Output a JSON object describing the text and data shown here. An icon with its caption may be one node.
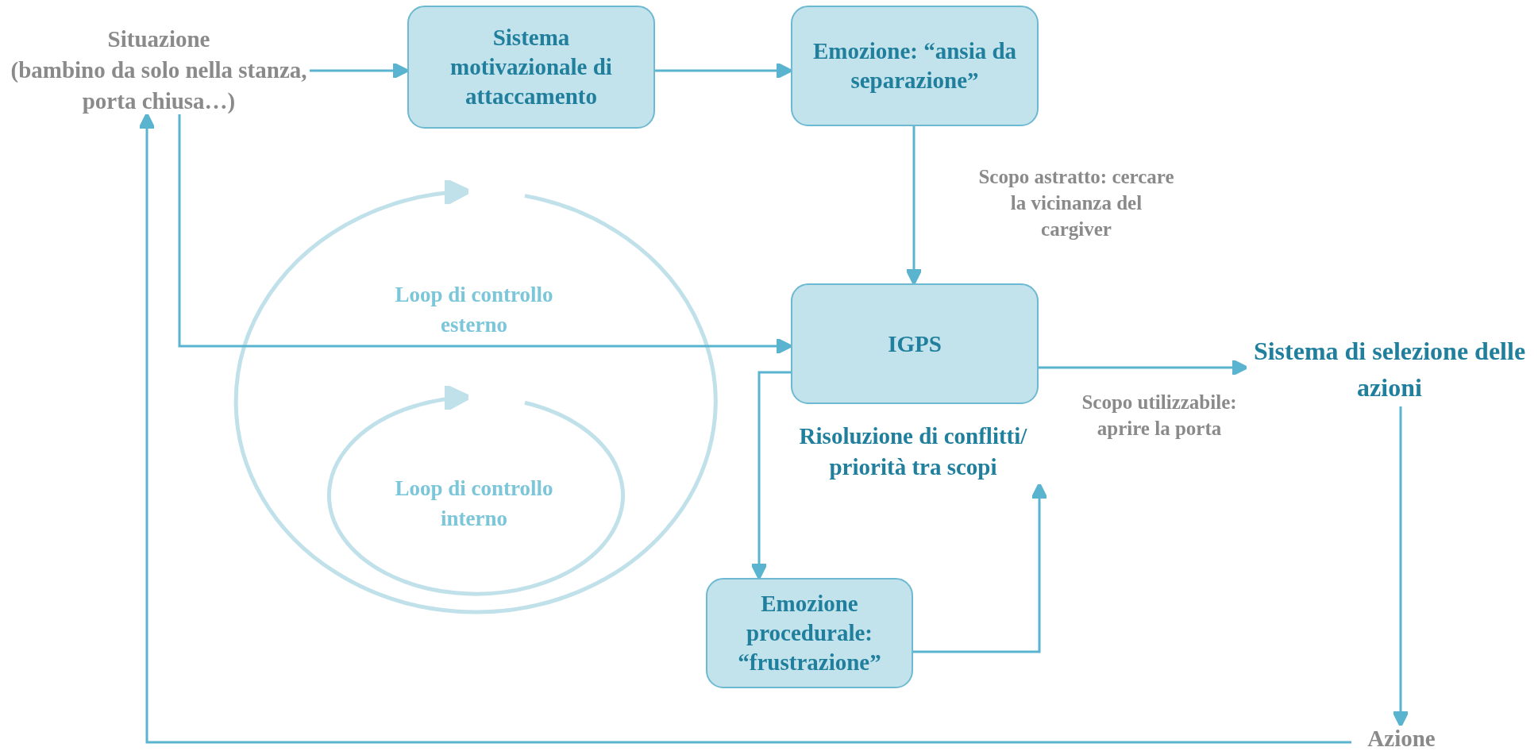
{
  "diagram": {
    "nodes": [
      {
        "text": [
          "Situazione",
          "(bambino da solo nella stanza, porta chiusa…)"
        ]
      },
      {
        "text": [
          "Sistema motivazionale di attaccamento"
        ]
      },
      {
        "text": [
          "Emozione: “ansia da separazione”"
        ]
      },
      {
        "text": [
          "IGPS"
        ]
      },
      {
        "text": [
          "Risoluzione di conflitti/ priorità tra scopi"
        ]
      },
      {
        "text": [
          "Emozione procedurale: “frustrazione”"
        ]
      },
      {
        "text": [
          "Sistema di selezione delle azioni"
        ]
      },
      {
        "text": [
          "Azione"
        ]
      }
    ],
    "edges": [
      {
        "from": 0,
        "to": 1,
        "arrow": "to"
      },
      {
        "from": 1,
        "to": 2,
        "arrow": "to"
      },
      {
        "from": 2,
        "to": 3,
        "arrow": "to",
        "label": "Scopo astratto: cercare la vicinanza del cargiver"
      },
      {
        "from": 0,
        "to": 3,
        "arrow": "to"
      },
      {
        "from": 3,
        "to": 6,
        "arrow": "to",
        "label": "Scopo utilizzabile: aprire la porta"
      },
      {
        "from": 3,
        "to": 5,
        "arrow": "to"
      },
      {
        "from": 5,
        "to": 4,
        "arrow": "to"
      },
      {
        "from": 6,
        "to": 7,
        "arrow": "to"
      },
      {
        "from": 7,
        "to": 0,
        "arrow": "to"
      }
    ],
    "labels": [
      "Loop di controllo esterno",
      "Loop di controllo interno"
    ]
  }
}
